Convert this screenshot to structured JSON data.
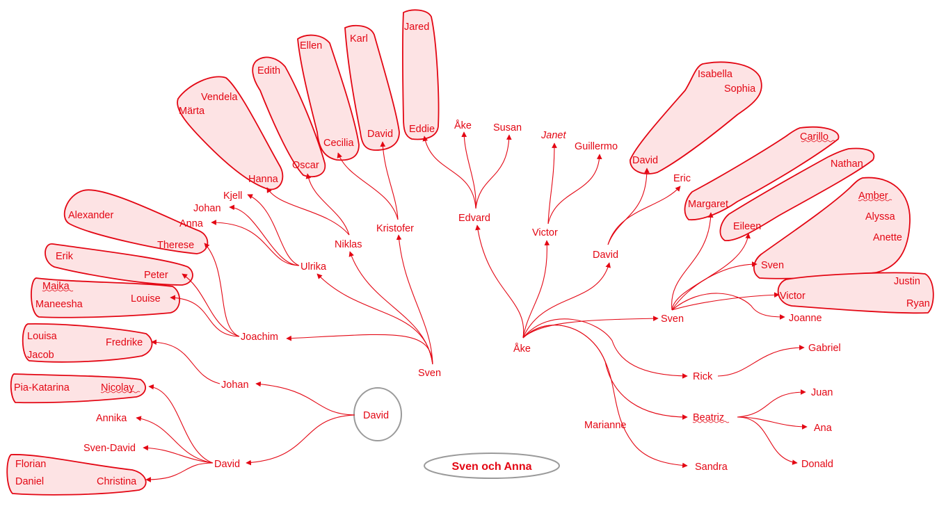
{
  "root": {
    "title": "Sven och Anna"
  },
  "people": {
    "sven_left": "Sven",
    "ake": "Åke",
    "david_circle": "David",
    "joachim": "Joachim",
    "ulrika": "Ulrika",
    "niklas": "Niklas",
    "kristofer": "Kristofer",
    "johan_u": "Johan",
    "anna_u": "Anna",
    "kjell": "Kjell",
    "therese": "Therese",
    "alexander": "Alexander",
    "peter": "Peter",
    "erik": "Erik",
    "louise": "Louise",
    "maika": "Maika",
    "maneesha": "Maneesha",
    "hanna": "Hanna",
    "vendela": "Vendela",
    "marta": "Märta",
    "oscar": "Oscar",
    "edith": "Edith",
    "cecilia": "Cecilia",
    "ellen": "Ellen",
    "david_k": "David",
    "karl": "Karl",
    "eddie": "Eddie",
    "jared": "Jared",
    "edvard": "Edvard",
    "ake_e": "Åke",
    "susan": "Susan",
    "victor_a": "Victor",
    "janet": "Janet",
    "guillermo": "Guillermo",
    "david_a": "David",
    "david_d": "David",
    "isabella": "Isabella",
    "sophia": "Sophia",
    "eric": "Eric",
    "sven_a": "Sven",
    "margaret": "Margaret",
    "carillo": "Carillo",
    "eileen": "Eileen",
    "nathan": "Nathan",
    "sven_s": "Sven",
    "amber": "Amber",
    "alyssa": "Alyssa",
    "anette": "Anette",
    "victor_s": "Victor",
    "justin": "Justin",
    "ryan": "Ryan",
    "joanne": "Joanne",
    "rick": "Rick",
    "gabriel": "Gabriel",
    "beatriz": "Beatriz",
    "juan": "Juan",
    "ana": "Ana",
    "donald": "Donald",
    "marianne": "Marianne",
    "sandra": "Sandra",
    "johan_d": "Johan",
    "fredrike": "Fredrike",
    "louisa": "Louisa",
    "jacob": "Jacob",
    "david_dd": "David",
    "nicolay": "Nicolay",
    "pia_katarina": "Pia-Katarina",
    "annika": "Annika",
    "sven_david": "Sven-David",
    "christina": "Christina",
    "florian": "Florian",
    "daniel": "Daniel"
  },
  "colors": {
    "line": "#e30613",
    "blob_fill": "#fde3e4",
    "ring": "#9a9a9a"
  },
  "notes": {
    "italic_names": [
      "janet"
    ],
    "spellcheck_underlined": [
      "maika",
      "carillo",
      "amber",
      "beatriz",
      "nicolay"
    ]
  }
}
